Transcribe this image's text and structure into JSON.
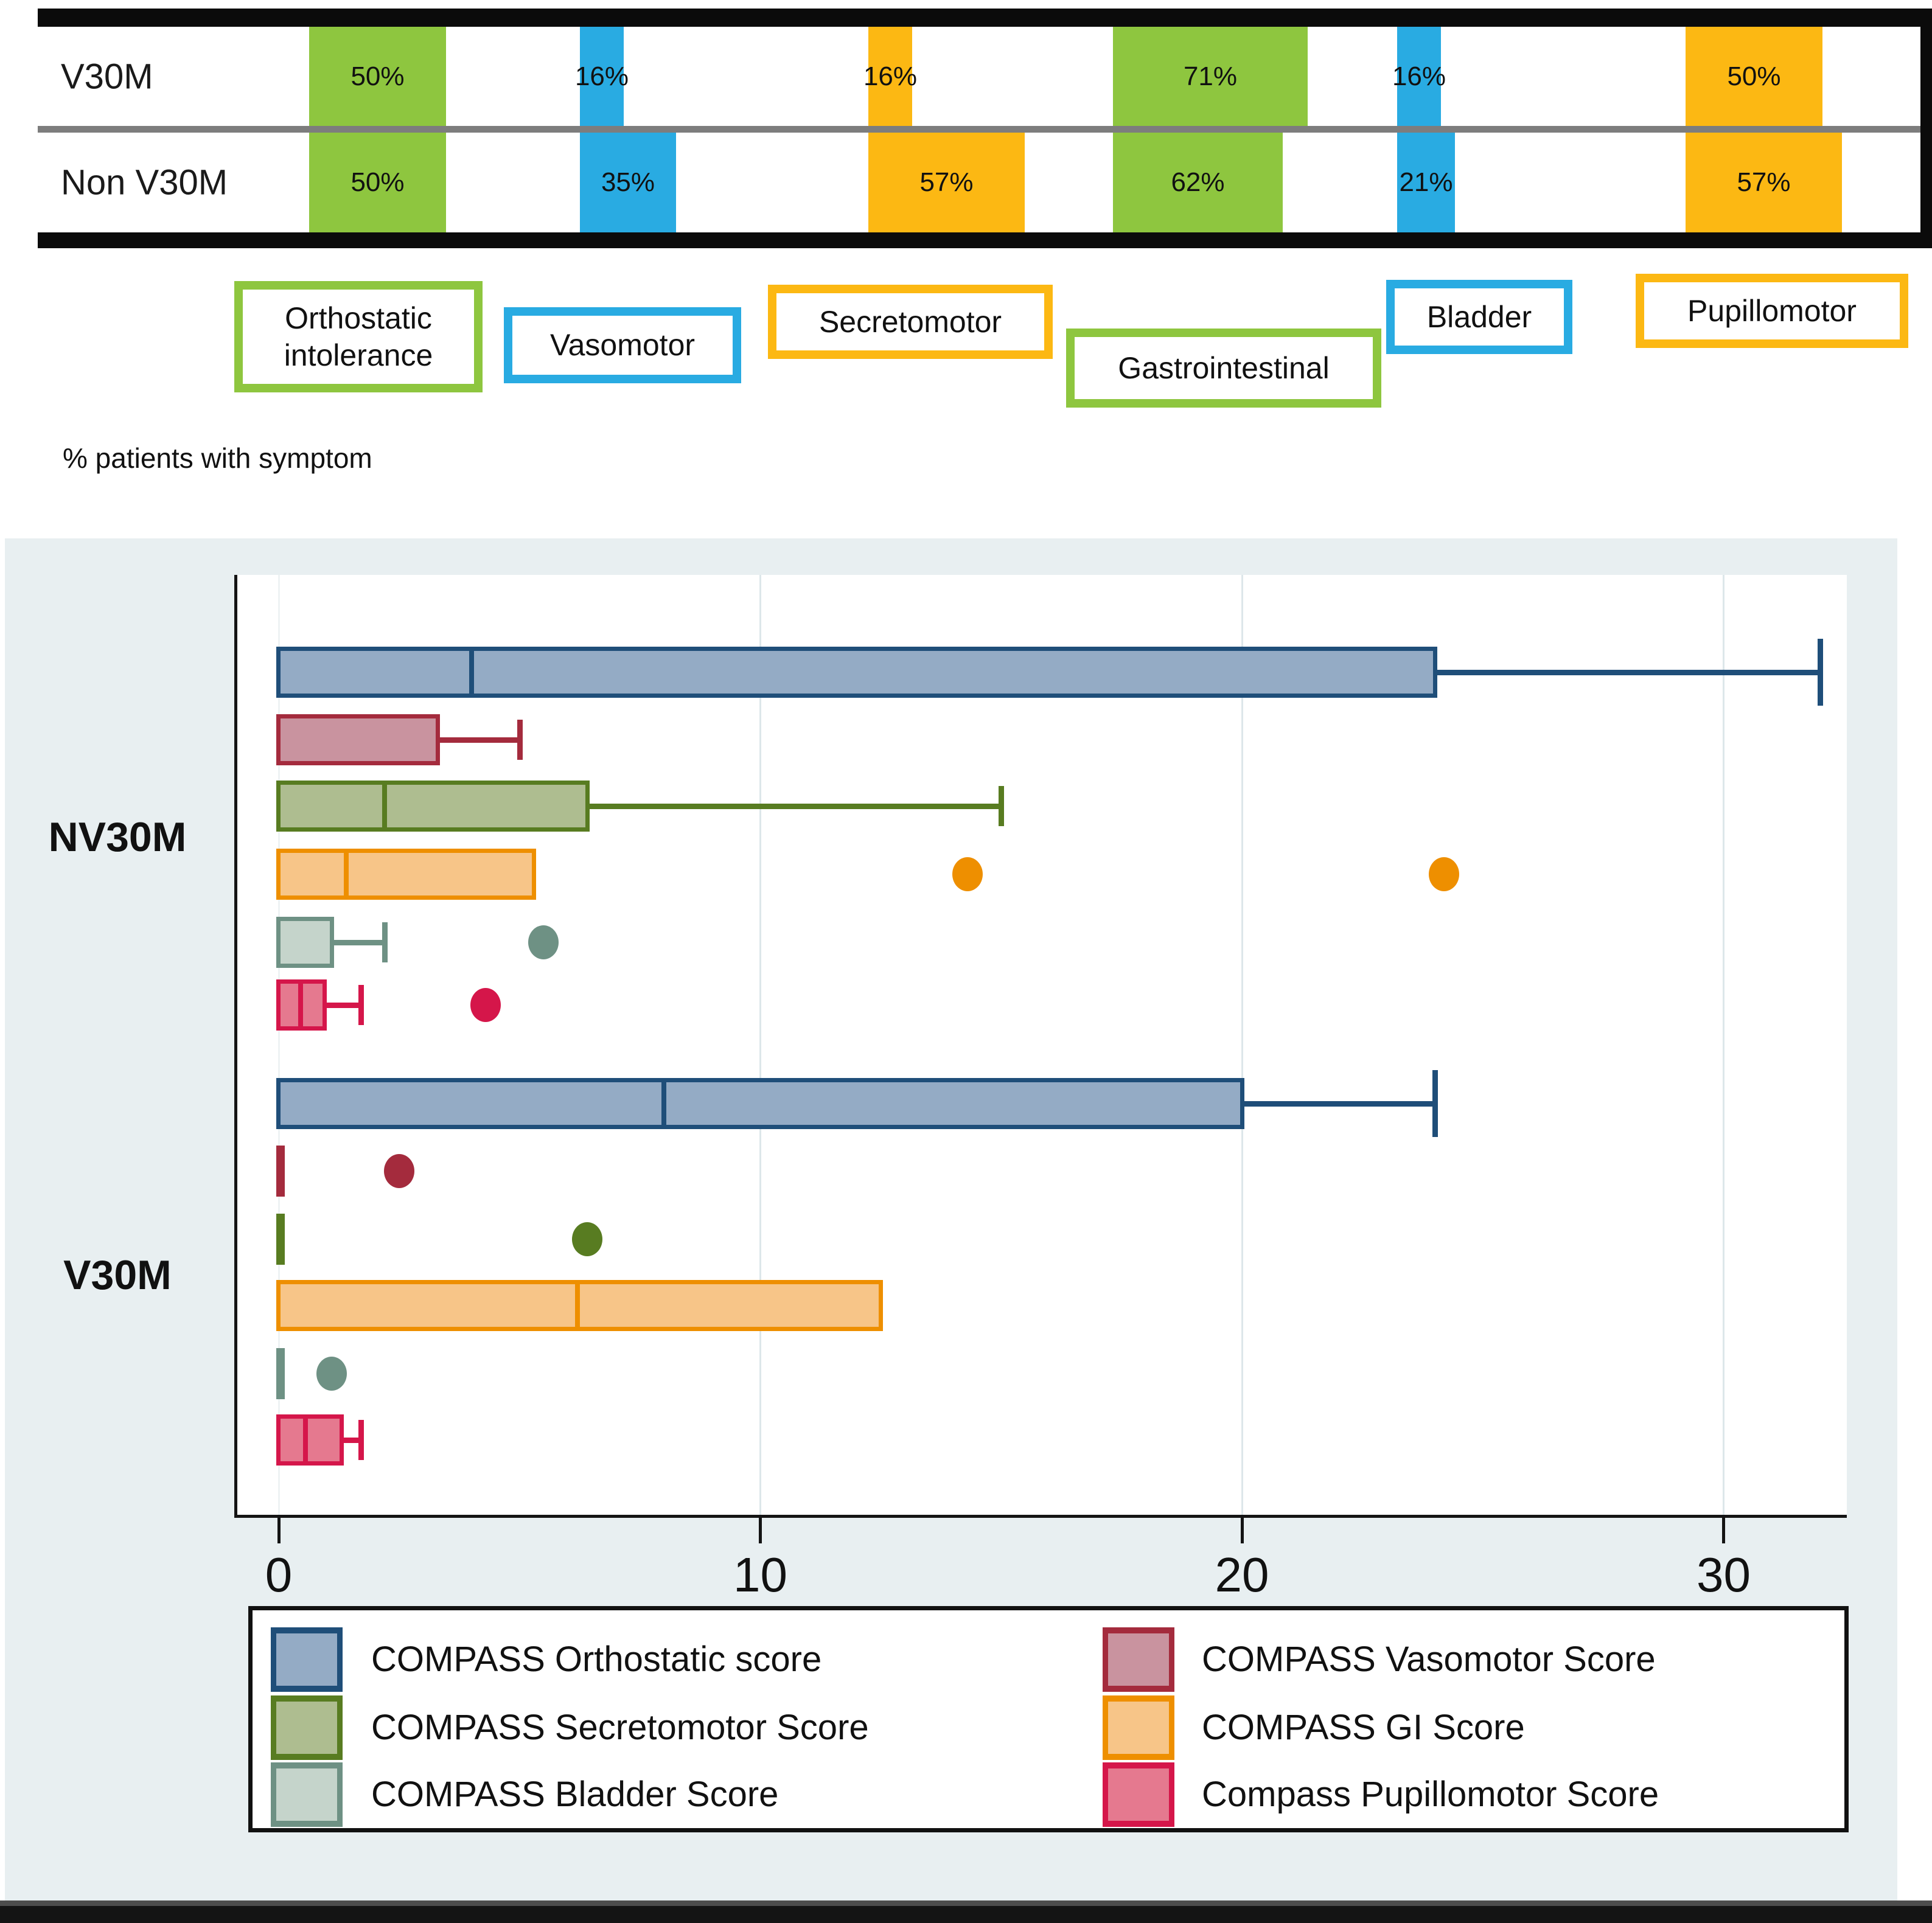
{
  "chart_data": [
    {
      "type": "bar",
      "note": "% patients with symptom",
      "unit": "%",
      "columns": [
        {
          "label": "Orthostatic intolerance",
          "color": "#8ec63f"
        },
        {
          "label": "Vasomotor",
          "color": "#29abe2"
        },
        {
          "label": "Secretomotor",
          "color": "#fcb813"
        },
        {
          "label": "Gastrointestinal",
          "color": "#8ec63f"
        },
        {
          "label": "Bladder",
          "color": "#29abe2"
        },
        {
          "label": "Pupillomotor",
          "color": "#fcb813"
        }
      ],
      "rows": [
        {
          "label": "V30M",
          "values": [
            50,
            16,
            16,
            71,
            16,
            50
          ]
        },
        {
          "label": "Non V30M",
          "values": [
            50,
            35,
            57,
            62,
            21,
            57
          ]
        }
      ]
    },
    {
      "type": "boxplot",
      "orientation": "horizontal",
      "xticks": [
        "0",
        "10",
        "20",
        "30"
      ],
      "xlim": [
        0,
        33.5
      ],
      "grid": true,
      "legend_position": "bottom",
      "groups": [
        "NV30M",
        "V30M"
      ],
      "series": [
        {
          "name": "COMPASS Orthostatic score",
          "fill": "#94abc5",
          "line": "#1f4e79"
        },
        {
          "name": "COMPASS Vasomotor Score",
          "fill": "#c9939f",
          "line": "#a42b3d"
        },
        {
          "name": "COMPASS Secretomotor Score",
          "fill": "#aebd90",
          "line": "#587c21"
        },
        {
          "name": "COMPASS GI Score",
          "fill": "#f7c588",
          "line": "#ee8f00"
        },
        {
          "name": "COMPASS Bladder Score",
          "fill": "#c5d4cb",
          "line": "#6e9184"
        },
        {
          "name": "Compass Pupillomotor Score",
          "fill": "#e5798f",
          "line": "#d5164a"
        }
      ],
      "legend_columns": [
        [
          0,
          2,
          4
        ],
        [
          1,
          3,
          5
        ]
      ],
      "boxes": [
        {
          "group": "NV30M",
          "series": 0,
          "q1": 0,
          "median": 4,
          "q3": 24,
          "whisker_high": 32,
          "outliers": []
        },
        {
          "group": "NV30M",
          "series": 1,
          "q1": 0,
          "median": 0,
          "q3": 3.3,
          "whisker_high": 5,
          "outliers": []
        },
        {
          "group": "NV30M",
          "series": 2,
          "q1": 0,
          "median": 2.2,
          "q3": 6.4,
          "whisker_high": 15,
          "outliers": []
        },
        {
          "group": "NV30M",
          "series": 3,
          "q1": 0,
          "median": 1.4,
          "q3": 5.3,
          "whisker_high": null,
          "outliers": [
            14.3,
            24.2
          ]
        },
        {
          "group": "NV30M",
          "series": 4,
          "q1": 0,
          "median": 0,
          "q3": 1.1,
          "whisker_high": 2.2,
          "outliers": [
            5.5
          ]
        },
        {
          "group": "NV30M",
          "series": 5,
          "q1": 0,
          "median": 0.45,
          "q3": 0.95,
          "whisker_high": 1.7,
          "outliers": [
            4.3
          ]
        },
        {
          "group": "V30M",
          "series": 0,
          "q1": 0,
          "median": 8,
          "q3": 20,
          "whisker_high": 24,
          "outliers": []
        },
        {
          "group": "V30M",
          "series": 1,
          "q1": 0,
          "median": 0,
          "q3": 0.08,
          "whisker_high": null,
          "outliers": [
            2.5
          ]
        },
        {
          "group": "V30M",
          "series": 2,
          "q1": 0,
          "median": 0,
          "q3": 0.08,
          "whisker_high": null,
          "outliers": [
            6.4
          ]
        },
        {
          "group": "V30M",
          "series": 3,
          "q1": 0,
          "median": 6.2,
          "q3": 12.5,
          "whisker_high": null,
          "outliers": []
        },
        {
          "group": "V30M",
          "series": 4,
          "q1": 0,
          "median": 0,
          "q3": 0.08,
          "whisker_high": null,
          "outliers": [
            1.1
          ]
        },
        {
          "group": "V30M",
          "series": 5,
          "q1": 0,
          "median": 0.55,
          "q3": 1.3,
          "whisker_high": 1.7,
          "outliers": []
        }
      ]
    }
  ]
}
